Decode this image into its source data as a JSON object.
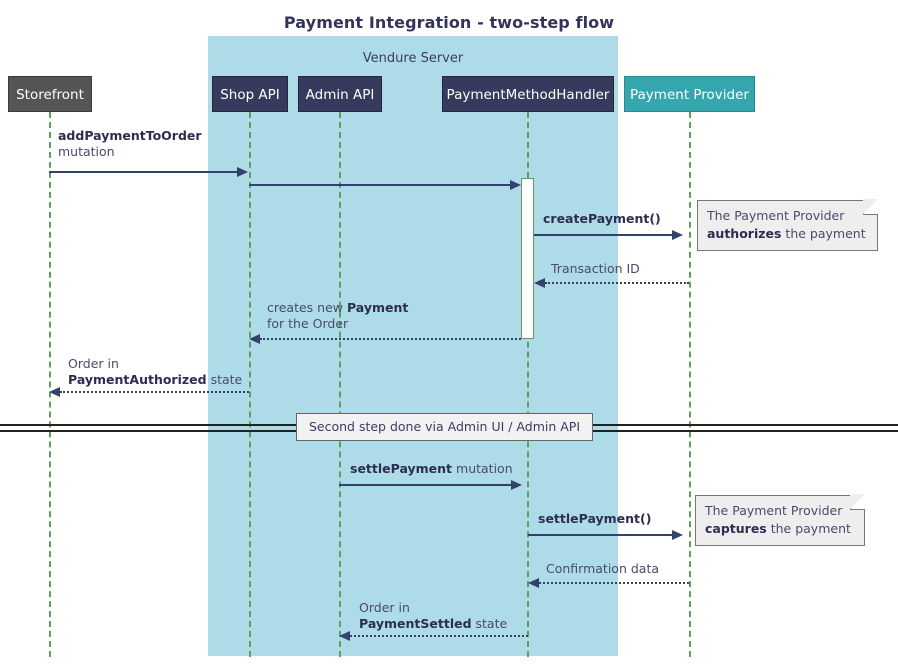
{
  "diagram": {
    "title": "Payment Integration - two-step flow",
    "type": "sequence-diagram"
  },
  "group": {
    "label": "Vendure Server",
    "color": "#aedbe8"
  },
  "participants": [
    {
      "id": "storefront",
      "label": "Storefront",
      "color": "#555555"
    },
    {
      "id": "shop-api",
      "label": "Shop API",
      "color": "#363b5e"
    },
    {
      "id": "admin-api",
      "label": "Admin API",
      "color": "#363b5e"
    },
    {
      "id": "payment-method-handler",
      "label": "PaymentMethodHandler",
      "color": "#363b5e"
    },
    {
      "id": "payment-provider",
      "label": "Payment Provider",
      "color": "#35a6ae"
    }
  ],
  "messages": [
    {
      "id": "add-payment-to-order",
      "from": "storefront",
      "to": "shop-api",
      "kind": "solid",
      "line1_bold": "addPaymentToOrder",
      "line1_rest": "",
      "line2_bold": "",
      "line2_rest": "mutation"
    },
    {
      "id": "shop-api-to-handler",
      "from": "shop-api",
      "to": "payment-method-handler",
      "kind": "solid",
      "line1_bold": "",
      "line1_rest": "",
      "line2_bold": "",
      "line2_rest": ""
    },
    {
      "id": "create-payment",
      "from": "payment-method-handler",
      "to": "payment-provider",
      "kind": "solid",
      "line1_bold": "createPayment()",
      "line1_rest": "",
      "line2_bold": "",
      "line2_rest": ""
    },
    {
      "id": "transaction-id",
      "from": "payment-provider",
      "to": "payment-method-handler",
      "kind": "dotted",
      "line1_bold": "",
      "line1_rest": "Transaction ID",
      "line2_bold": "",
      "line2_rest": ""
    },
    {
      "id": "creates-new-payment",
      "from": "payment-method-handler",
      "to": "shop-api",
      "kind": "dotted",
      "line1_bold": "Payment",
      "line1_rest": "creates new ",
      "line2_bold": "",
      "line2_rest": "for the Order"
    },
    {
      "id": "order-payment-authorized",
      "from": "shop-api",
      "to": "storefront",
      "kind": "dotted",
      "line1_bold": "",
      "line1_rest": "Order in",
      "line2_bold": "PaymentAuthorized",
      "line2_rest": " state"
    },
    {
      "id": "settle-payment-mutation",
      "from": "admin-api",
      "to": "payment-method-handler",
      "kind": "solid",
      "line1_bold": "settlePayment",
      "line1_rest": " mutation",
      "line2_bold": "",
      "line2_rest": ""
    },
    {
      "id": "settle-payment-call",
      "from": "payment-method-handler",
      "to": "payment-provider",
      "kind": "solid",
      "line1_bold": "settlePayment()",
      "line1_rest": "",
      "line2_bold": "",
      "line2_rest": ""
    },
    {
      "id": "confirmation-data",
      "from": "payment-provider",
      "to": "payment-method-handler",
      "kind": "dotted",
      "line1_bold": "",
      "line1_rest": "Confirmation data",
      "line2_bold": "",
      "line2_rest": ""
    },
    {
      "id": "order-payment-settled",
      "from": "payment-method-handler",
      "to": "admin-api",
      "kind": "dotted",
      "line1_bold": "",
      "line1_rest": "Order in",
      "line2_bold": "PaymentSettled",
      "line2_rest": " state"
    }
  ],
  "notes": [
    {
      "id": "note-authorizes",
      "line1": "The Payment Provider",
      "line2_bold": "authorizes",
      "line2_rest": " the payment"
    },
    {
      "id": "note-captures",
      "line1": "The Payment Provider",
      "line2_bold": "captures",
      "line2_rest": " the payment"
    }
  ],
  "divider": {
    "label": "Second step done via Admin UI / Admin API"
  }
}
